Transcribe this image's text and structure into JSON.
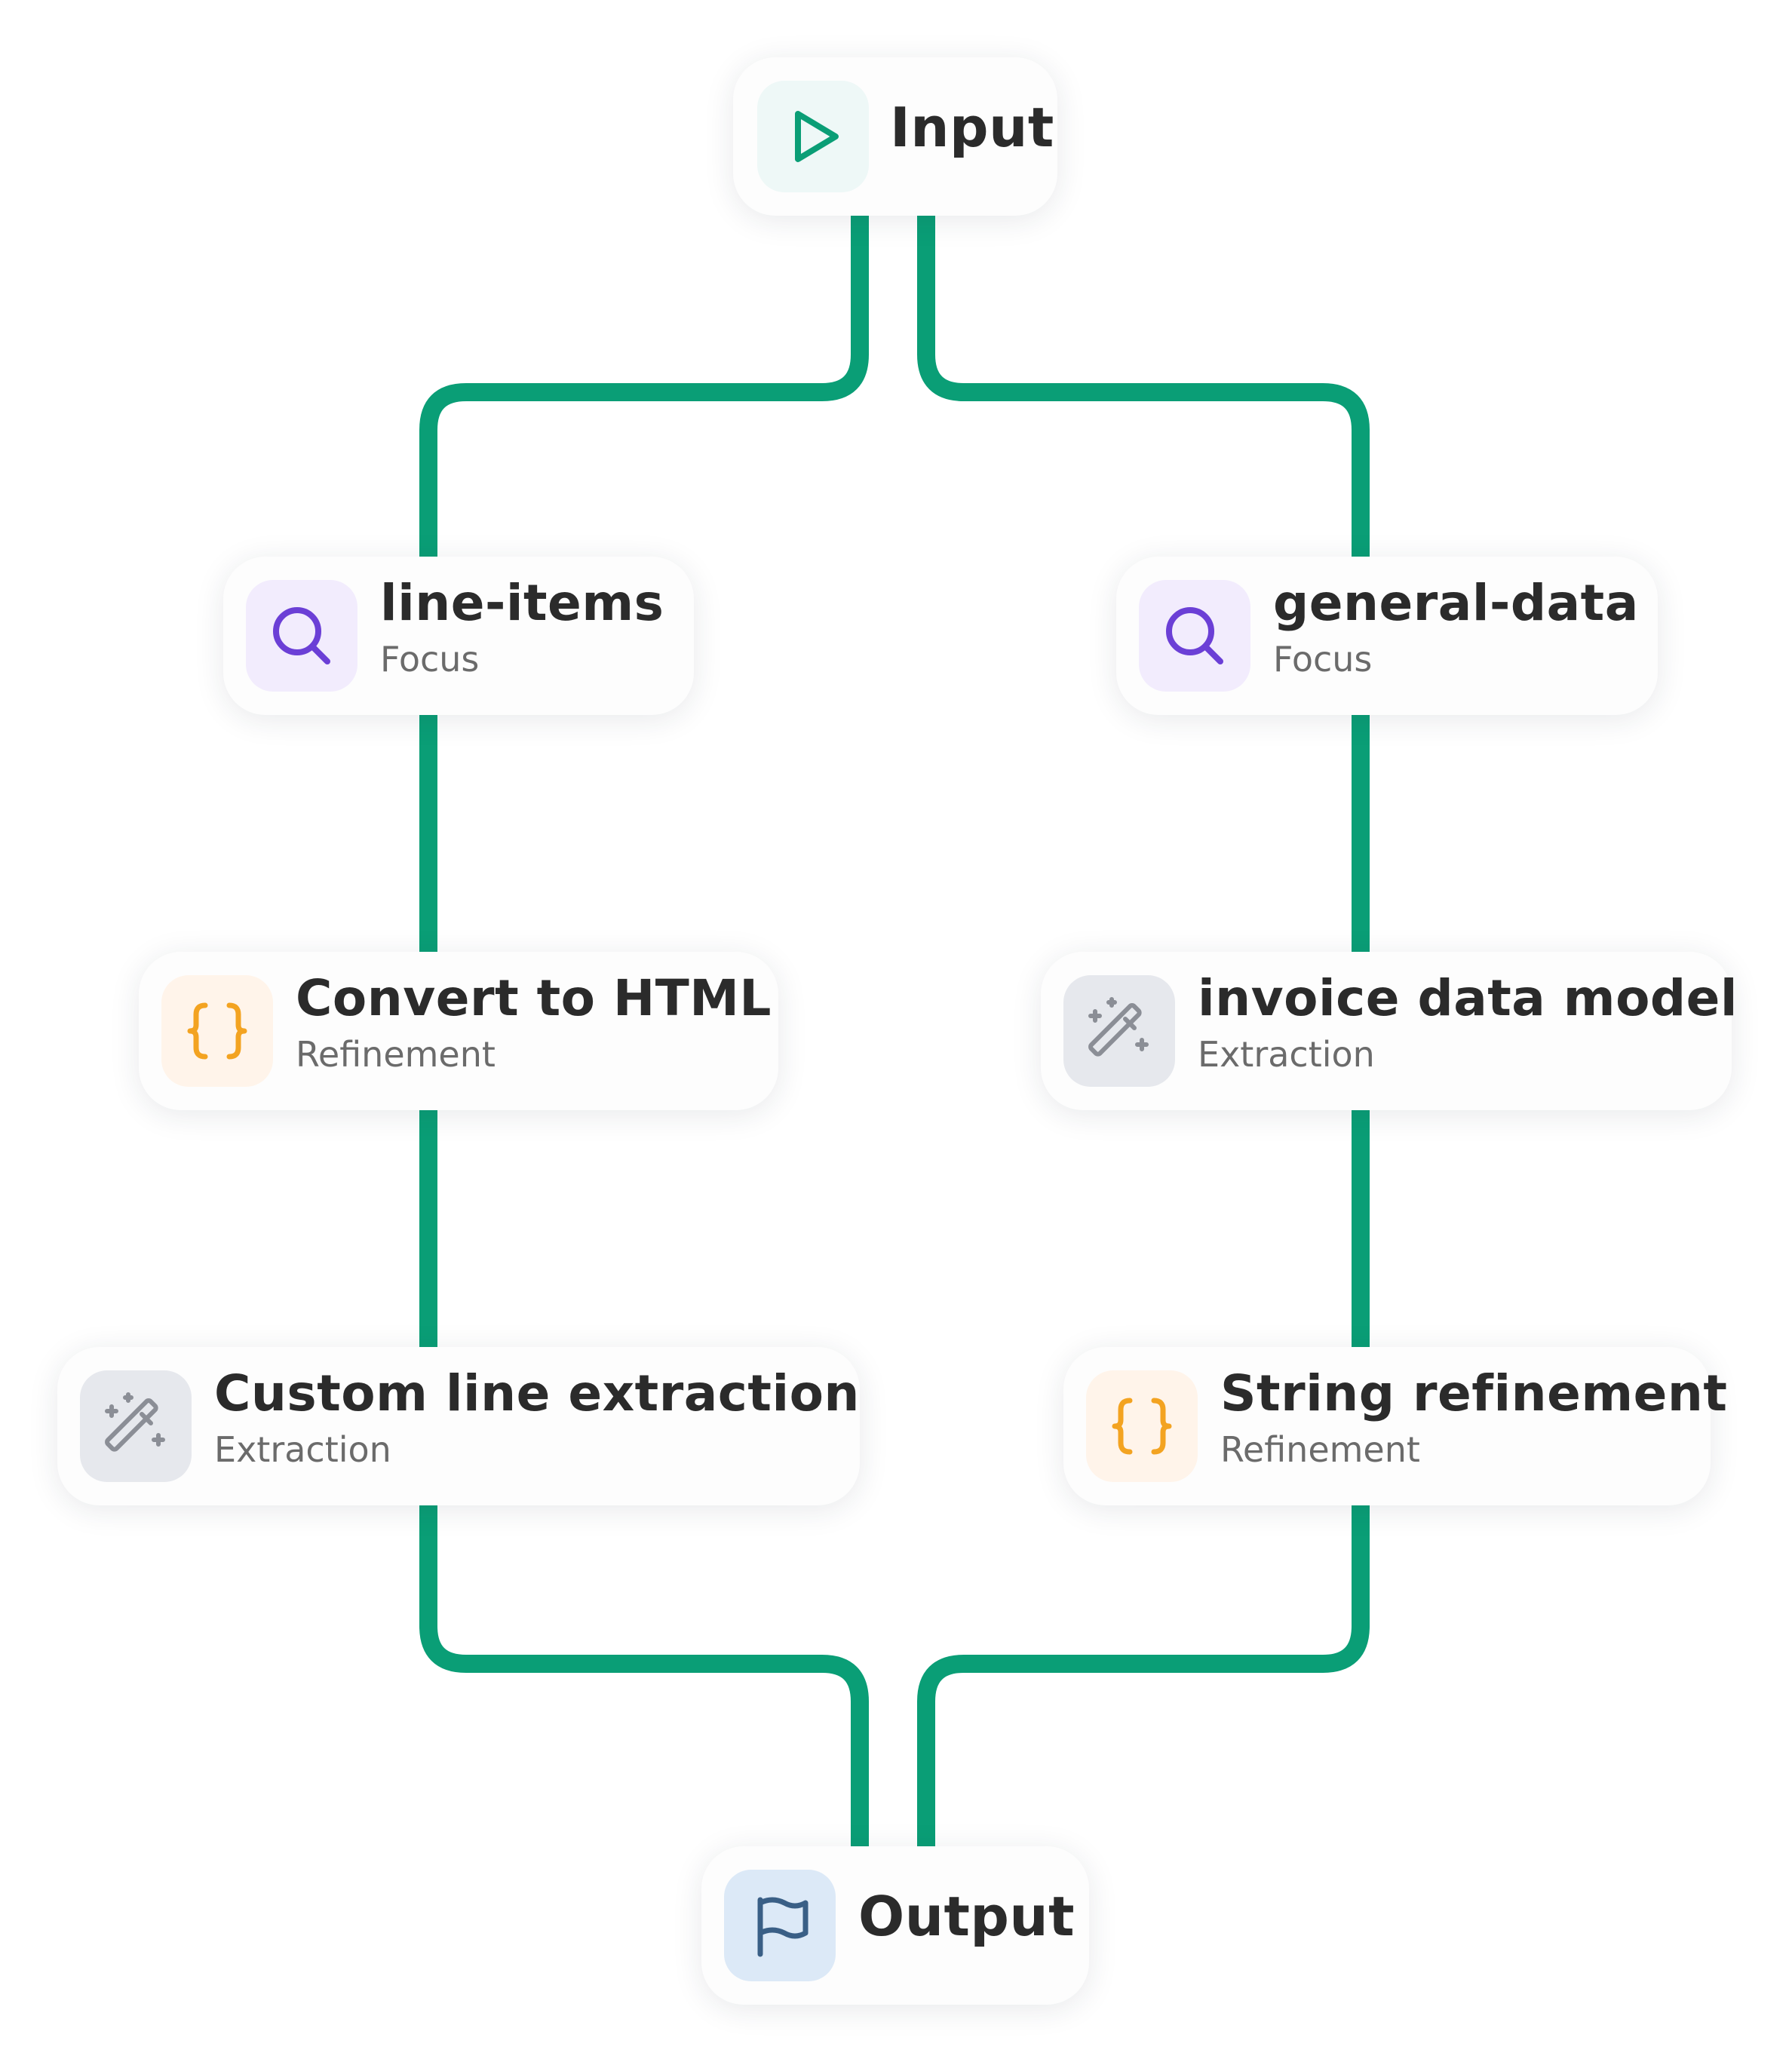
{
  "colors": {
    "connector": "#0a9e76",
    "play_icon": "#0a9e76",
    "focus_icon": "#6b3fd6",
    "refinement_icon": "#f3a321",
    "extraction_icon": "#8b8e96",
    "output_icon": "#3a5f86"
  },
  "nodes": {
    "input": {
      "title": "Input",
      "icon": "play-icon"
    },
    "line_items": {
      "title": "line-items",
      "subtitle": "Focus",
      "icon": "search-icon"
    },
    "general_data": {
      "title": "general-data",
      "subtitle": "Focus",
      "icon": "search-icon"
    },
    "convert_html": {
      "title": "Convert to HTML",
      "subtitle": "Refinement",
      "icon": "braces-icon"
    },
    "invoice_model": {
      "title": "invoice data model",
      "subtitle": "Extraction",
      "icon": "magic-wand-icon"
    },
    "custom_line": {
      "title": "Custom line extraction",
      "subtitle": "Extraction",
      "icon": "magic-wand-icon"
    },
    "string_refine": {
      "title": "String refinement",
      "subtitle": "Refinement",
      "icon": "braces-icon"
    },
    "output": {
      "title": "Output",
      "icon": "flag-icon"
    }
  }
}
